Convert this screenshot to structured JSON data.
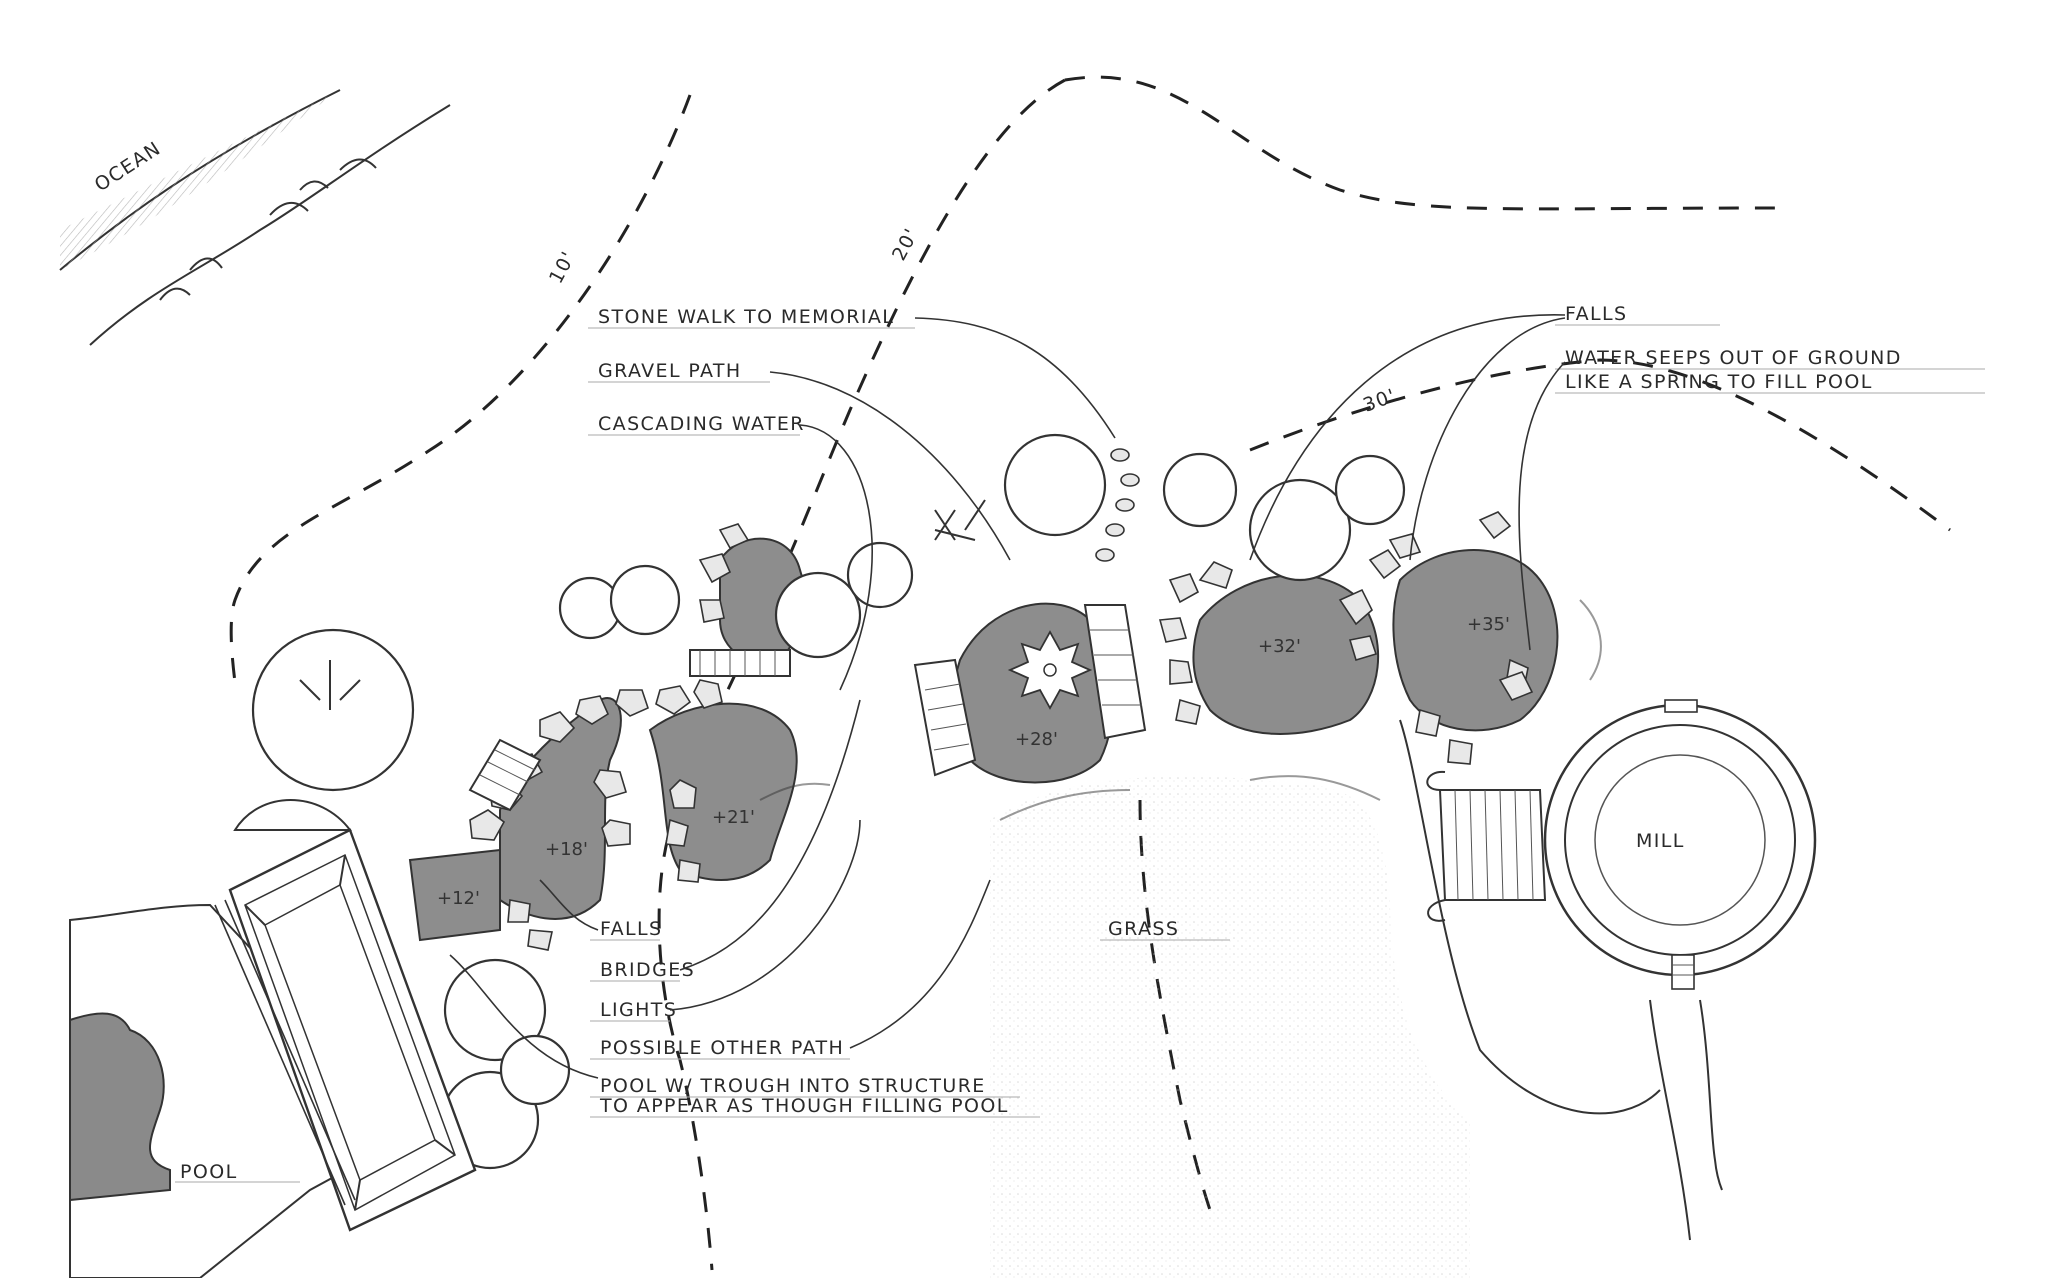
{
  "labels": {
    "ocean": "OCEAN",
    "dim_10": "10'",
    "dim_20": "20'",
    "dim_30": "30'",
    "stone_walk": "STONE WALK TO MEMORIAL",
    "gravel_path": "GRAVEL PATH",
    "cascading_water": "CASCADING WATER",
    "falls_top": "FALLS",
    "water_seeps_1": "WATER SEEPS OUT OF GROUND",
    "water_seeps_2": "LIKE A SPRING TO FILL POOL",
    "falls_bottom": "FALLS",
    "bridges": "BRIDGES",
    "lights": "LIGHTS",
    "other_path": "POSSIBLE OTHER PATH",
    "pool_trough_1": "POOL W/ TROUGH INTO STRUCTURE",
    "pool_trough_2": "TO APPEAR AS THOUGH FILLING POOL",
    "grass": "GRASS",
    "mill": "MILL",
    "pool": "POOL"
  },
  "elevations": {
    "e12": "+12'",
    "e18": "+18'",
    "e21": "+21'",
    "e28": "+28'",
    "e32": "+32'",
    "e35": "+35'"
  }
}
